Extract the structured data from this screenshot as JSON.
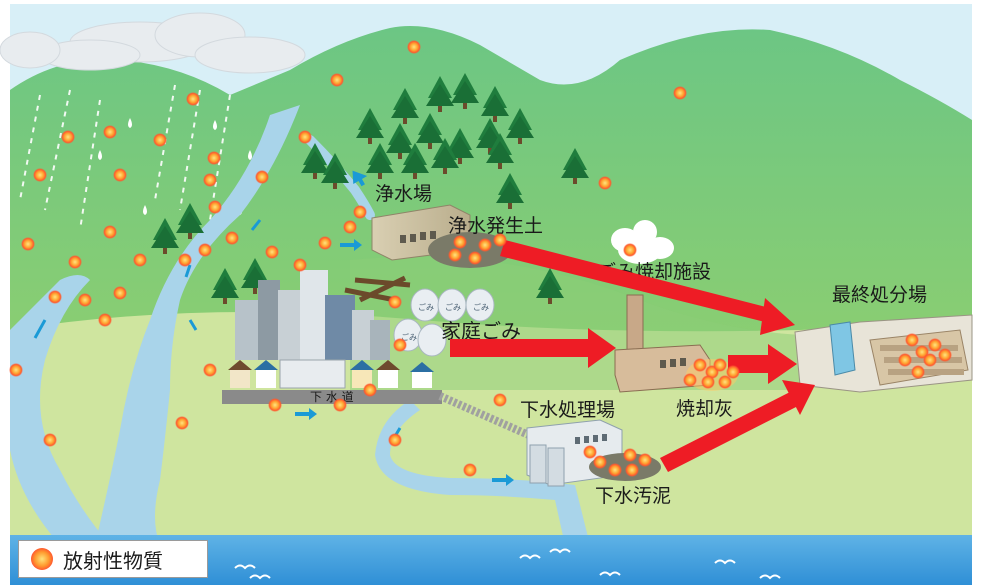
{
  "labels": {
    "water_plant": "浄水場",
    "water_soil": "浄水発生土",
    "incinerator": "ごみ焼却施設",
    "landfill": "最終処分場",
    "household_waste": "家庭ごみ",
    "sewer": "下 水 道",
    "sewage_plant": "下水処理場",
    "incineration_ash": "焼却灰",
    "sewage_sludge": "下水汚泥",
    "trash_bag_text": "ごみ"
  },
  "legend": {
    "label": "放射性物質"
  },
  "colors": {
    "sky": "#d8eff7",
    "mountain": "#5fbf7a",
    "meadow": "#cfe59f",
    "river": "#a9d4ea",
    "sea": "#3e9fdc",
    "arrow": "#ee1c25",
    "particle": "#ff9a2e"
  }
}
